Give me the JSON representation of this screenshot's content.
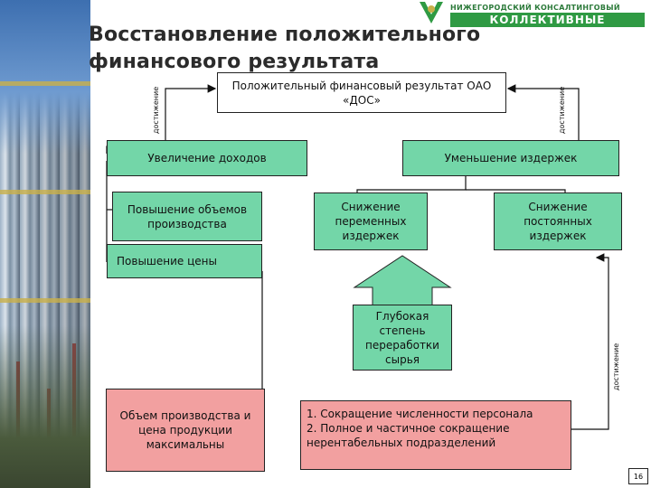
{
  "header": {
    "title": "Восстановление положительного финансового результата",
    "logo_line1": "НИЖЕГОРОДСКИЙ КОНСАЛТИНГОВЫЙ ЦЕНТР",
    "logo_line2": "КОЛЛЕКТИВНЫЕ ДЕЙСТВИЯ"
  },
  "diagram": {
    "top_box": "Положительный финансовый результат ОАО «ДОС»",
    "increase_income": "Увеличение доходов",
    "decrease_costs": "Уменьшение издержек",
    "volume_increase": "Повышение объемов производства",
    "price_increase": "Повышение цены",
    "variable_costs": "Снижение переменных издержек",
    "fixed_costs": "Снижение постоянных издержек",
    "deep_processing": "Глубокая степень переработки сырья",
    "max_volume_price": "Объем производства и цена продукции максимальны",
    "measures": [
      "1. Сокращение численности персонала",
      "2. Полное и частичное сокращение нерентабельных подразделений"
    ],
    "achievement_label": "достижение"
  },
  "colors": {
    "green_box": "#73d6a8",
    "pink_box": "#f2a0a0",
    "arrow_fill": "#73d6a8"
  },
  "footer": {
    "page_number": "16"
  }
}
